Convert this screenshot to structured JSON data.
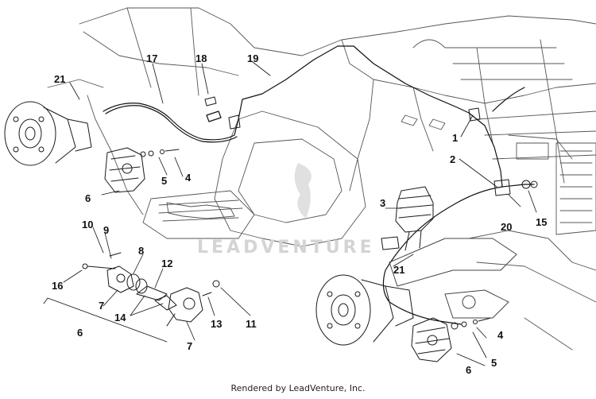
{
  "watermark": "LEADVENTURE",
  "footer": "Rendered by LeadVenture, Inc.",
  "callouts": {
    "c1": "1",
    "c2": "2",
    "c3": "3",
    "c4a": "4",
    "c4b": "4",
    "c5a": "5",
    "c5b": "5",
    "c6a": "6",
    "c6b": "6",
    "c6c": "6",
    "c7a": "7",
    "c7b": "7",
    "c8": "8",
    "c9": "9",
    "c10": "10",
    "c11": "11",
    "c12": "12",
    "c13": "13",
    "c14": "14",
    "c15": "15",
    "c16": "16",
    "c17": "17",
    "c18": "18",
    "c19": "19",
    "c20": "20",
    "c21a": "21",
    "c21b": "21"
  }
}
